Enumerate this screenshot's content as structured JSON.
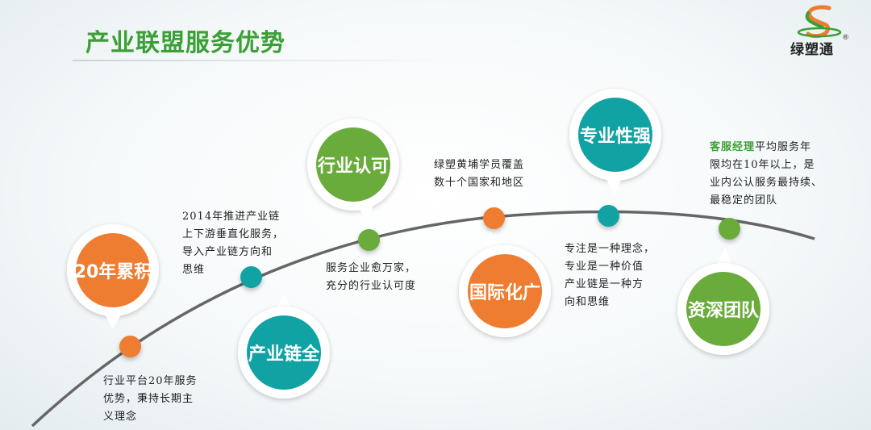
{
  "title": "产业联盟服务优势",
  "logo": {
    "name": "绿塑通",
    "reg": "®"
  },
  "colors": {
    "orange": "#ee7d31",
    "teal": "#11a3a3",
    "green": "#6aac3c",
    "title_green": "#3aa036"
  },
  "items": [
    {
      "label": "20年累积",
      "color": "orange",
      "desc": [
        "行业平台20年服务",
        "优势，秉持长期主",
        "义理念"
      ]
    },
    {
      "label": "产业链全",
      "color": "teal",
      "desc": [
        "2014年推进产业链",
        "上下游垂直化服务，",
        "导入产业链方向和",
        "思维"
      ]
    },
    {
      "label": "行业认可",
      "color": "green",
      "desc": [
        "服务企业愈万家，",
        "充分的行业认可度"
      ]
    },
    {
      "label": "国际化广",
      "color": "orange",
      "desc": [
        "绿塑黄埔学员覆盖",
        "数十个国家和地区"
      ]
    },
    {
      "label": "专业性强",
      "color": "teal",
      "desc": [
        "专注是一种理念，",
        "专业是一种价值",
        "产业链是一种方",
        "向和思维"
      ]
    },
    {
      "label": "资深团队",
      "color": "green",
      "desc_highlight": "客服经理",
      "desc": [
        "平均服务年",
        "限均在10年以上，是",
        "业内公认服务最持续、",
        "最稳定的团队"
      ]
    }
  ]
}
